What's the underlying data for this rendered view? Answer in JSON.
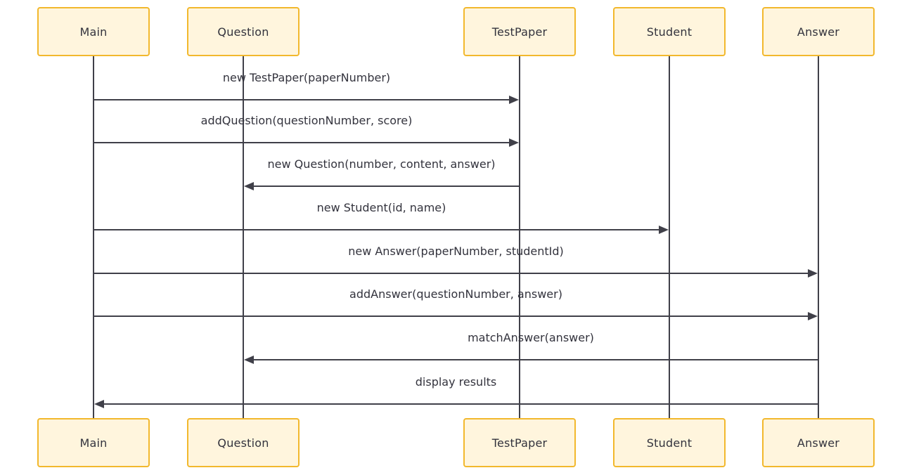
{
  "diagram": {
    "type": "sequence-diagram",
    "participants": [
      {
        "id": "main",
        "label": "Main"
      },
      {
        "id": "question",
        "label": "Question"
      },
      {
        "id": "testpaper",
        "label": "TestPaper"
      },
      {
        "id": "student",
        "label": "Student"
      },
      {
        "id": "answer",
        "label": "Answer"
      }
    ],
    "messages": [
      {
        "from": "main",
        "to": "testpaper",
        "label": "new TestPaper(paperNumber)"
      },
      {
        "from": "main",
        "to": "testpaper",
        "label": "addQuestion(questionNumber, score)"
      },
      {
        "from": "testpaper",
        "to": "question",
        "label": "new Question(number, content, answer)"
      },
      {
        "from": "main",
        "to": "student",
        "label": "new Student(id, name)"
      },
      {
        "from": "main",
        "to": "answer",
        "label": "new Answer(paperNumber, studentId)"
      },
      {
        "from": "main",
        "to": "answer",
        "label": "addAnswer(questionNumber, answer)"
      },
      {
        "from": "answer",
        "to": "question",
        "label": "matchAnswer(answer)"
      },
      {
        "from": "answer",
        "to": "main",
        "label": "display results"
      }
    ],
    "colors": {
      "background": "#FFFFFF",
      "actor_fill": "#FFF5DD",
      "actor_border": "#F2B82D",
      "line": "#404049",
      "text": "#33333D"
    }
  }
}
